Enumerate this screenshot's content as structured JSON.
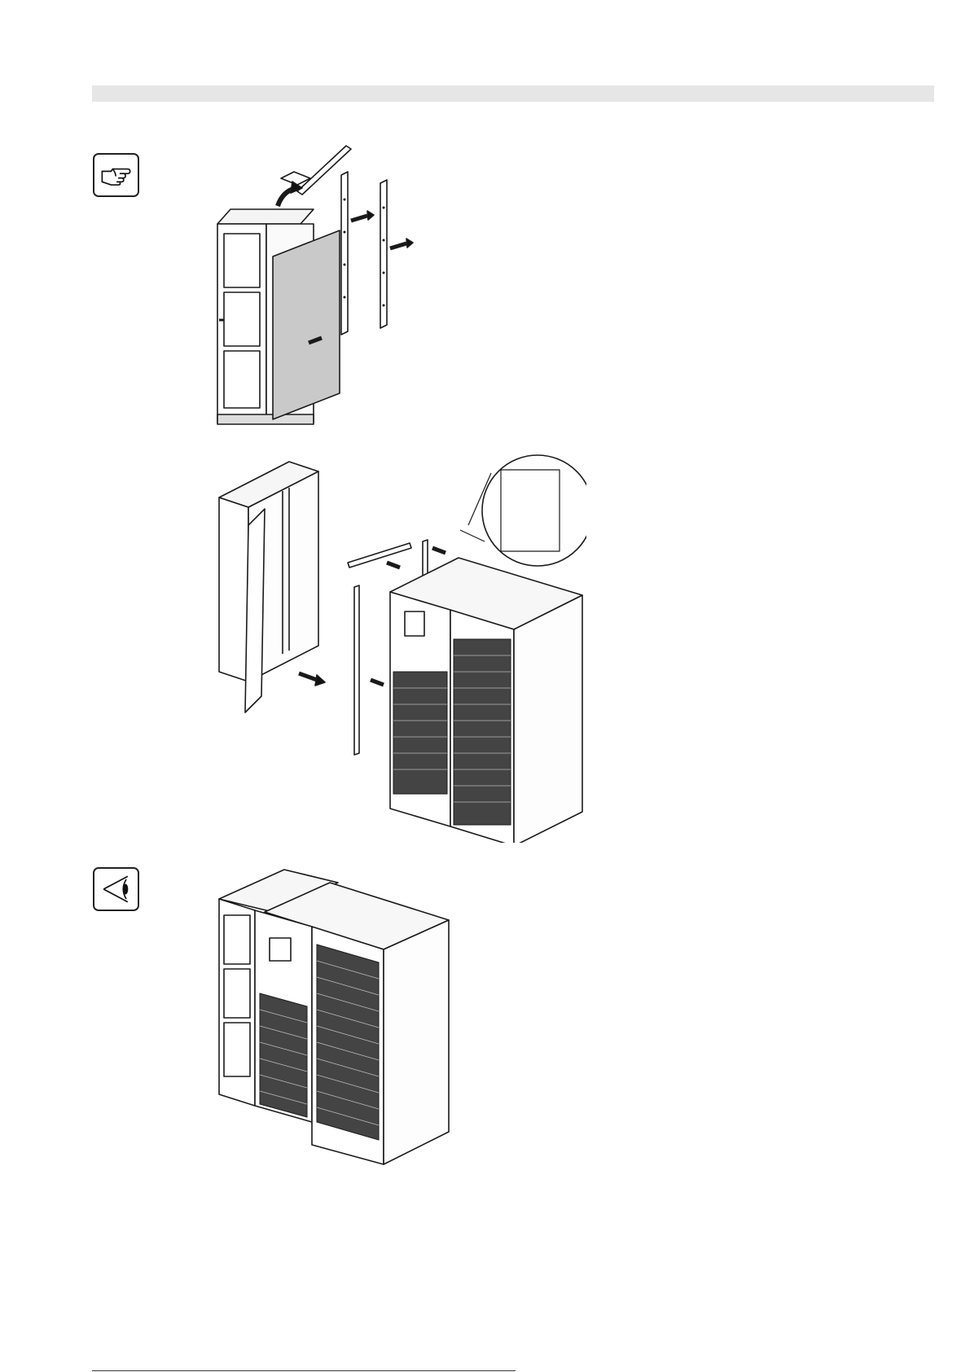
{
  "page": {
    "header_band_color": "#e6e6e6",
    "line_color": "#1a1a1a",
    "panel_fill": "#c9c9c9"
  },
  "icons": {
    "note": "pointing-hand-icon",
    "view": "eye-icon"
  },
  "figures": [
    {
      "name": "step-remove-side-panel"
    },
    {
      "name": "step-join-cabinets"
    },
    {
      "name": "result-assembled-system"
    }
  ]
}
